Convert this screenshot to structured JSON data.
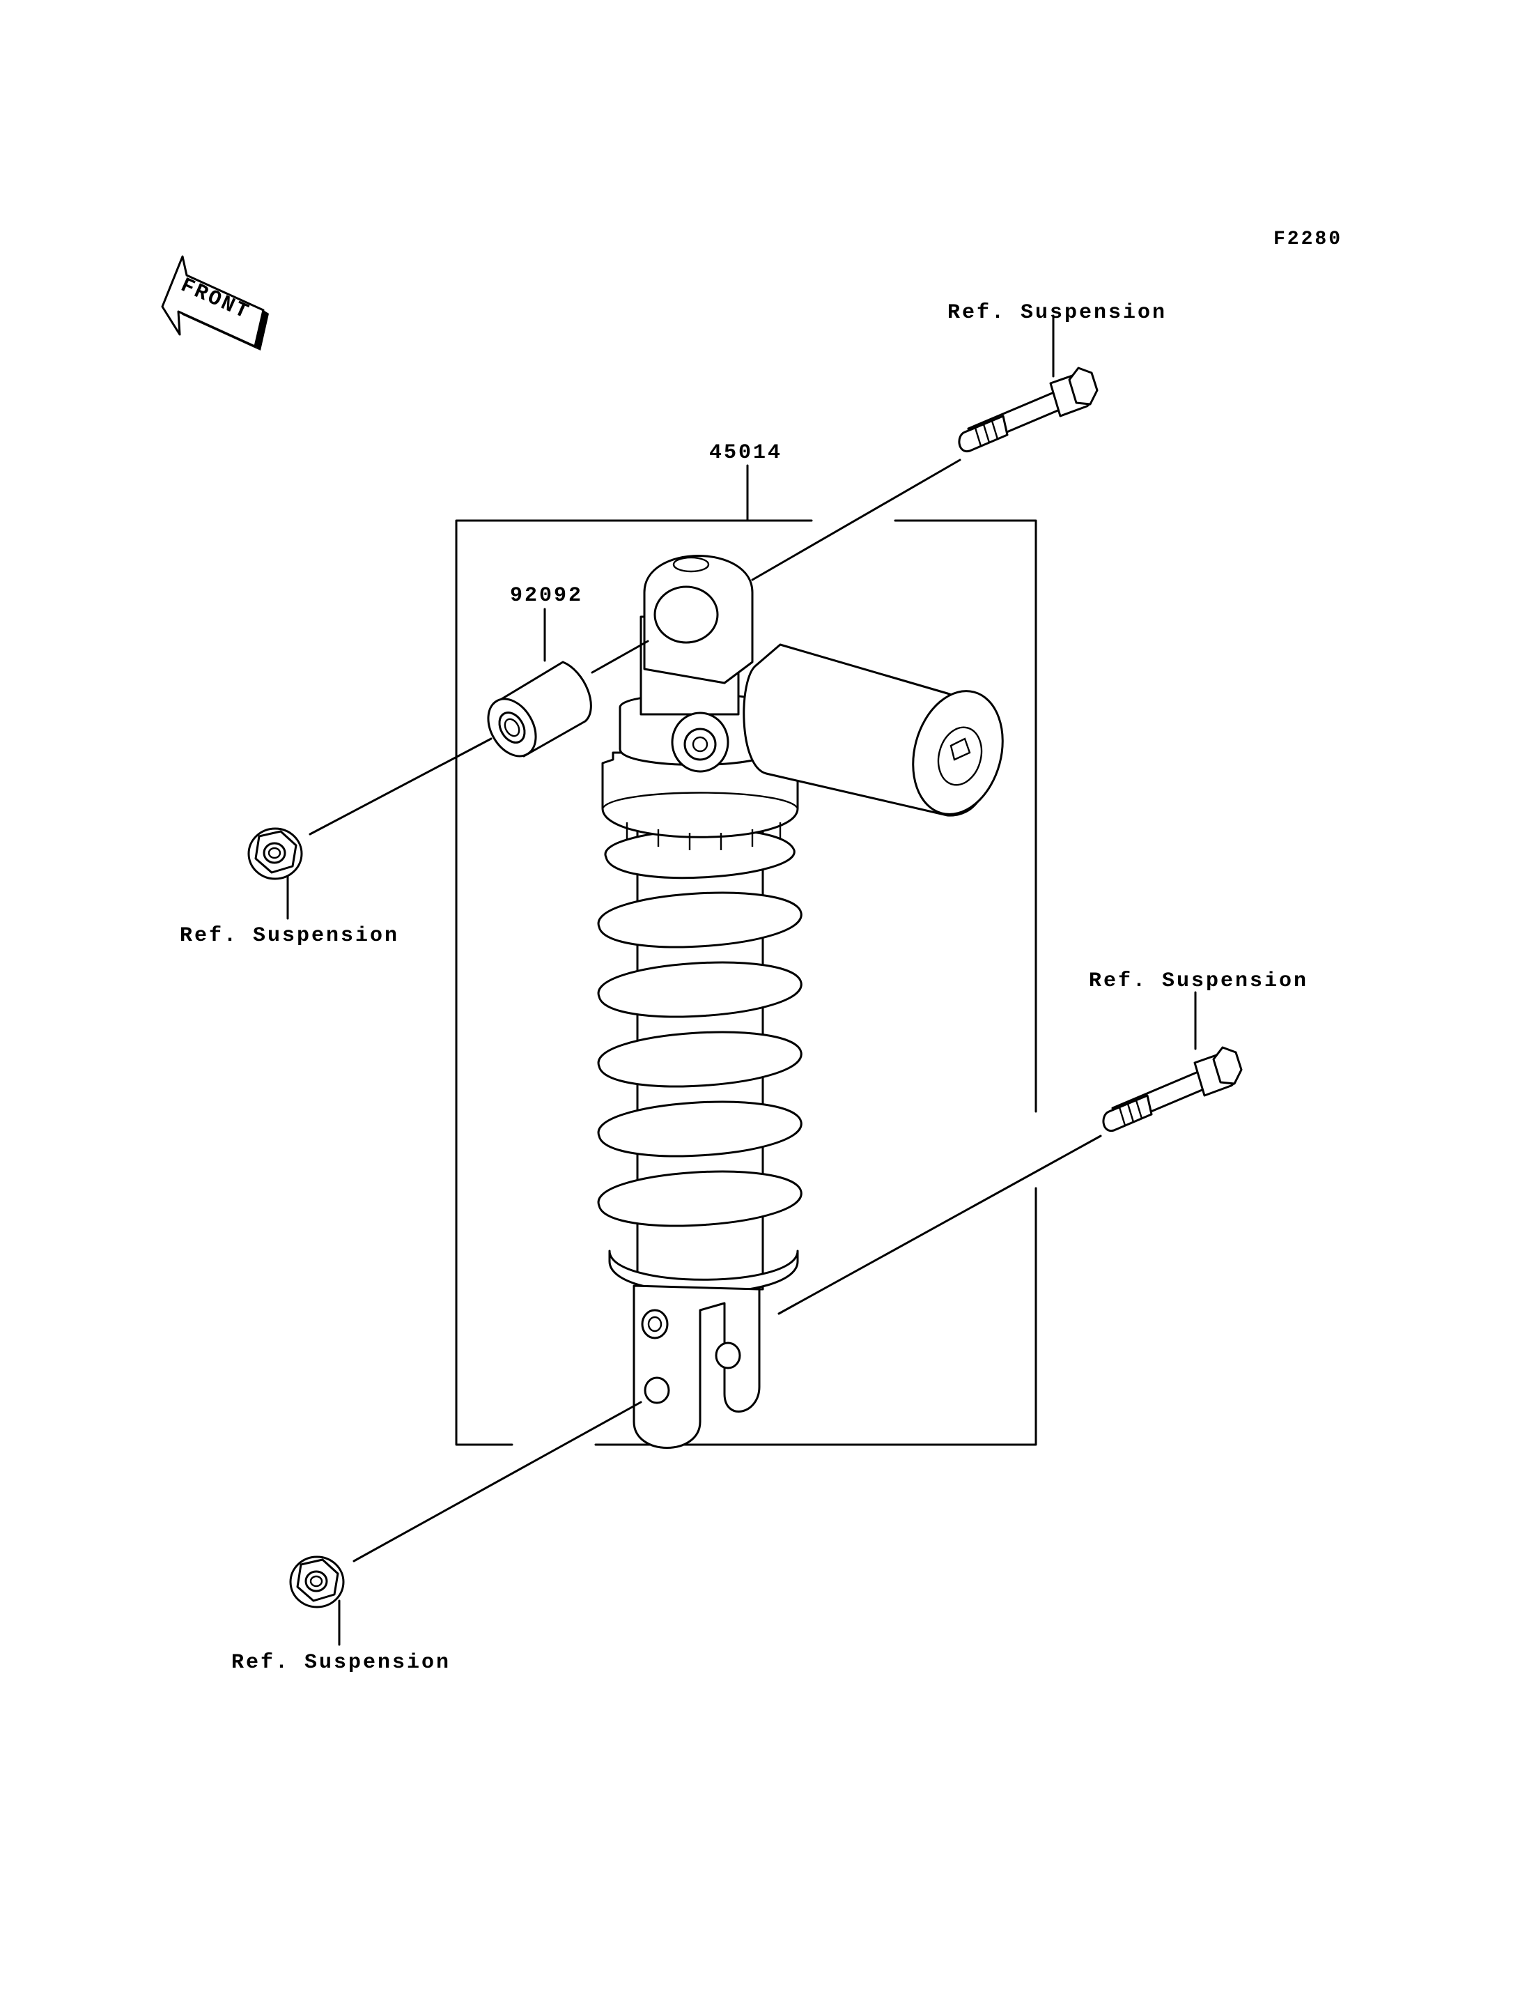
{
  "figure_code": "F2280",
  "front_arrow_text": "FRONT",
  "callouts": {
    "shock_absorber": "45014",
    "collar": "92092",
    "ref_upper_bolt": "Ref. Suspension",
    "ref_upper_nut": "Ref. Suspension",
    "ref_lower_bolt": "Ref. Suspension",
    "ref_lower_nut": "Ref. Suspension"
  },
  "icons": {
    "front": "front-arrow-icon",
    "bolt": "flange-bolt-icon",
    "nut": "flange-nut-icon"
  }
}
